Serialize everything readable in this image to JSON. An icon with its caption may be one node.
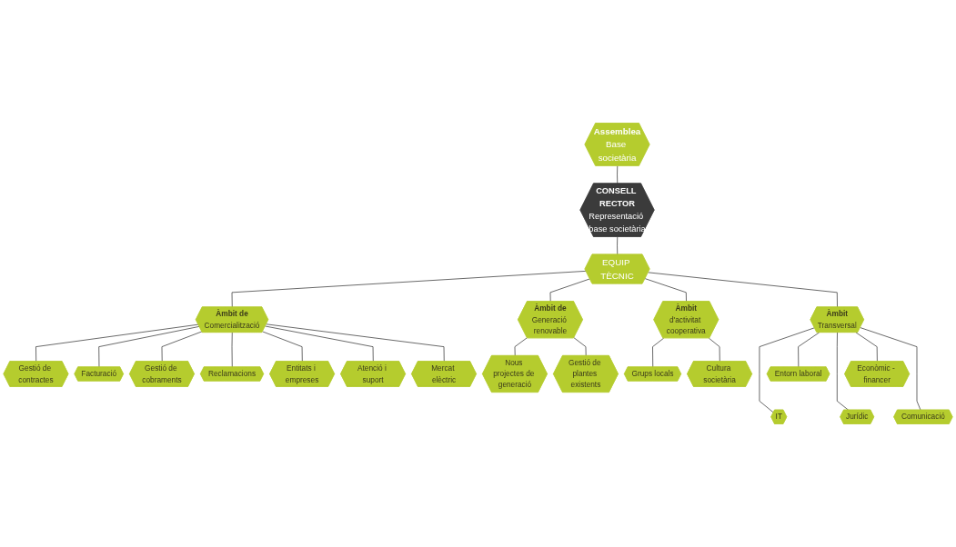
{
  "diagram": {
    "nodes": [
      {
        "text": [
          "Assemblea",
          "Base societària"
        ]
      },
      {
        "text": [
          "CONSELL RECTOR",
          "Representació base societària"
        ]
      },
      {
        "text": [
          "EQUIP TÈCNIC"
        ]
      },
      {
        "text": [
          "Àmbit de",
          "Comercialització"
        ]
      },
      {
        "text": [
          "Àmbit de",
          "Generació renovable"
        ]
      },
      {
        "text": [
          "Àmbit",
          "d'activitat cooperativa"
        ]
      },
      {
        "text": [
          "Àmbit",
          "Transversal"
        ]
      },
      {
        "text": [
          "Gestió de contractes"
        ]
      },
      {
        "text": [
          "Facturació"
        ]
      },
      {
        "text": [
          "Gestió de cobraments"
        ]
      },
      {
        "text": [
          "Reclamacions"
        ]
      },
      {
        "text": [
          "Entitats i empreses"
        ]
      },
      {
        "text": [
          "Atenció i suport"
        ]
      },
      {
        "text": [
          "Mercat elèctric"
        ]
      },
      {
        "text": [
          "Nous projectes de generació"
        ]
      },
      {
        "text": [
          "Gestió de plantes existents"
        ]
      },
      {
        "text": [
          "Grups locals"
        ]
      },
      {
        "text": [
          "Cultura societària"
        ]
      },
      {
        "text": [
          "Entorn laboral"
        ]
      },
      {
        "text": [
          "Econòmic - financer"
        ]
      },
      {
        "text": [
          "IT"
        ]
      },
      {
        "text": [
          "Jurídic"
        ]
      },
      {
        "text": [
          "Comunicació"
        ]
      }
    ],
    "edges": [
      {
        "from": 0,
        "to": 1,
        "arrow": "none"
      },
      {
        "from": 1,
        "to": 2,
        "arrow": "none"
      },
      {
        "from": 2,
        "to": 3,
        "arrow": "none"
      },
      {
        "from": 2,
        "to": 4,
        "arrow": "none"
      },
      {
        "from": 2,
        "to": 5,
        "arrow": "none"
      },
      {
        "from": 2,
        "to": 6,
        "arrow": "none"
      },
      {
        "from": 3,
        "to": 7,
        "arrow": "none"
      },
      {
        "from": 3,
        "to": 8,
        "arrow": "none"
      },
      {
        "from": 3,
        "to": 9,
        "arrow": "none"
      },
      {
        "from": 3,
        "to": 10,
        "arrow": "none"
      },
      {
        "from": 3,
        "to": 11,
        "arrow": "none"
      },
      {
        "from": 3,
        "to": 12,
        "arrow": "none"
      },
      {
        "from": 3,
        "to": 13,
        "arrow": "none"
      },
      {
        "from": 4,
        "to": 14,
        "arrow": "none"
      },
      {
        "from": 4,
        "to": 15,
        "arrow": "none"
      },
      {
        "from": 5,
        "to": 16,
        "arrow": "none"
      },
      {
        "from": 5,
        "to": 17,
        "arrow": "none"
      },
      {
        "from": 6,
        "to": 18,
        "arrow": "none"
      },
      {
        "from": 6,
        "to": 19,
        "arrow": "none"
      },
      {
        "from": 6,
        "to": 20,
        "arrow": "none"
      },
      {
        "from": 6,
        "to": 21,
        "arrow": "none"
      },
      {
        "from": 6,
        "to": 22,
        "arrow": "none"
      }
    ]
  }
}
